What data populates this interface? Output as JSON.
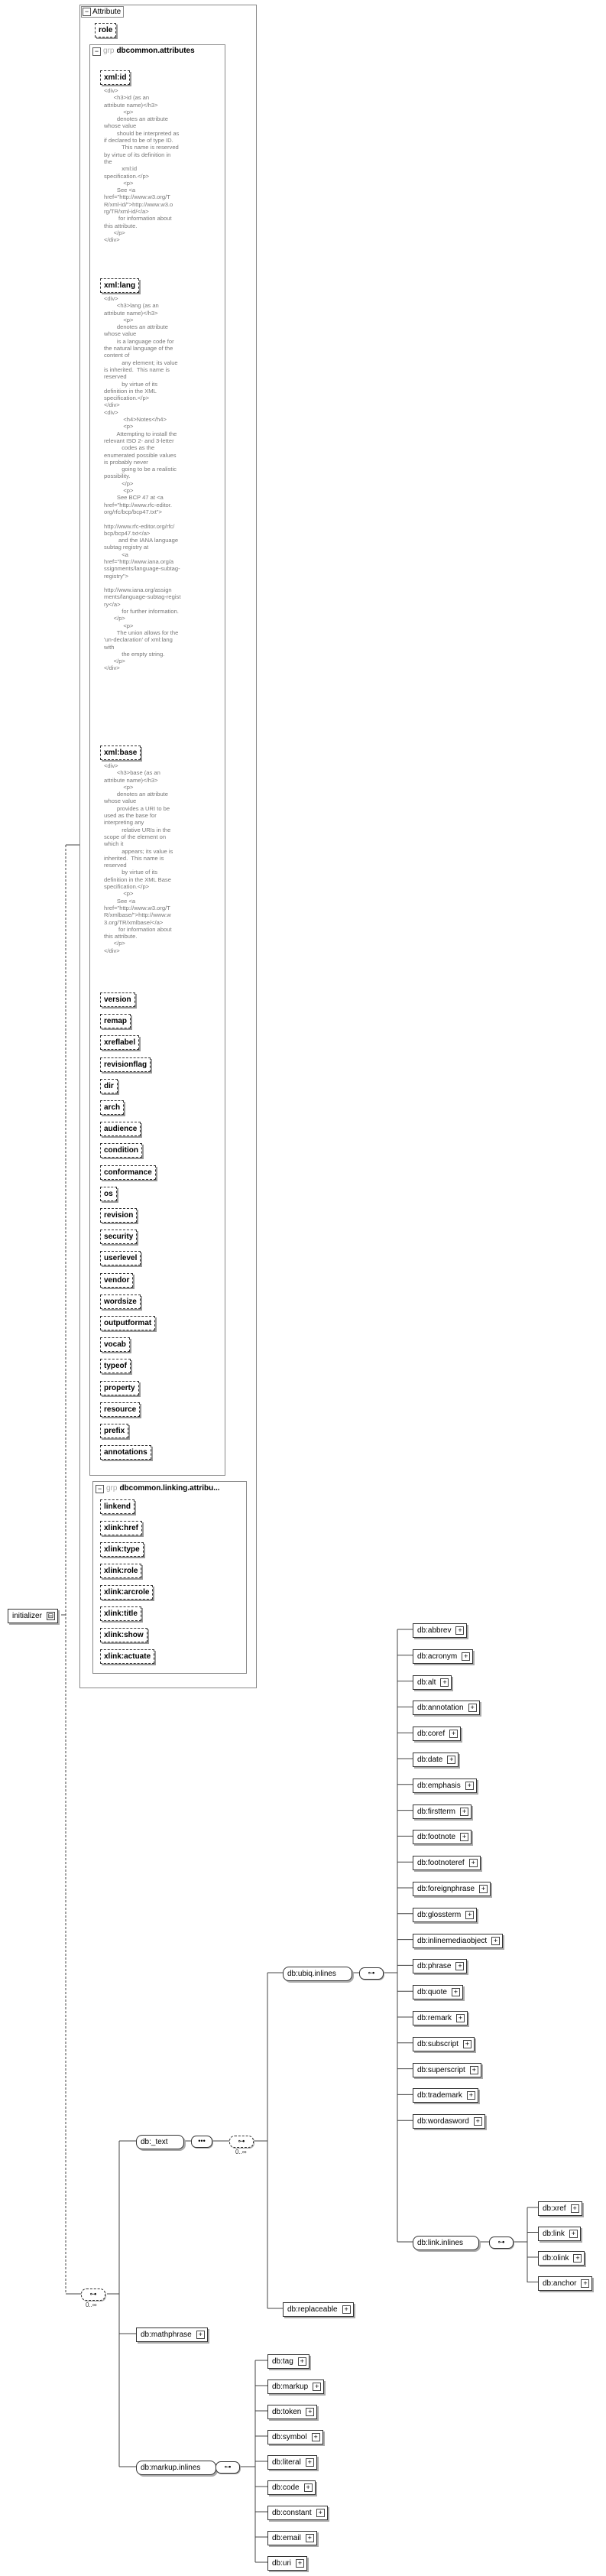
{
  "root": {
    "label": "initializer"
  },
  "attribute_panel": {
    "title": "Attribute",
    "role": "role"
  },
  "common_attrs": {
    "prefix": "grp",
    "title": "dbcommon.attributes",
    "xmlid": "xml:id",
    "xmlid_doc": "<div>\n      <h3>id (as an\nattribute name)</h3>\n            <p>\n        denotes an attribute\nwhose value\n        should be interpreted as\nif declared to be of type ID.\n           This name is reserved\nby virtue of its definition in\nthe\n           xml:id\nspecification.</p>\n            <p>\n        See <a\nhref=\"http://www.w3.org/T\nR/xml-id/\">http://www.w3.o\nrg/TR/xml-id/</a>\n         for information about\nthis attribute.\n      </p>\n</div>",
    "xmllang": "xml:lang",
    "xmllang_doc": "<div>\n        <h3>lang (as an\nattribute name)</h3>\n            <p>\n        denotes an attribute\nwhose value\n        is a language code for\nthe natural language of the\ncontent of\n           any element; its value\nis inherited.  This name is\nreserved\n           by virtue of its\ndefinition in the XML\nspecification.</p>\n</div>\n<div>\n            <h4>Notes</h4>\n            <p>\n        Attempting to install the\nrelevant ISO 2- and 3-letter\n           codes as the\nenumerated possible values\nis probably never\n           going to be a realistic\npossibility.\n           </p>\n            <p>\n        See BCP 47 at <a\nhref=\"http://www.rfc-editor.\norg/rfc/bcp/bcp47.txt\">\n\nhttp://www.rfc-editor.org/rfc/\nbcp/bcp47.txt</a>\n         and the IANA language\nsubtag registry at\n           <a\nhref=\"http://www.iana.org/a\nssignments/language-subtag-\nregistry\">\n\nhttp://www.iana.org/assign\nments/language-subtag-regist\nry</a>\n           for further information.\n      </p>\n            <p>\n        The union allows for the\n'un-declaration' of xml:lang\nwith\n           the empty string.\n      </p>\n</div>",
    "xmlbase": "xml:base",
    "xmlbase_doc": "<div>\n        <h3>base (as an\nattribute name)</h3>\n            <p>\n        denotes an attribute\nwhose value\n        provides a URI to be\nused as the base for\ninterpreting any\n           relative URIs in the\nscope of the element on\nwhich it\n           appears; its value is\ninherited.  This name is\nreserved\n           by virtue of its\ndefinition in the XML Base\nspecification.</p>\n            <p>\n        See <a\nhref=\"http://www.w3.org/T\nR/xmlbase/\">http://www.w\n3.org/TR/xmlbase/</a>\n         for information about\nthis attribute.\n      </p>\n</div>",
    "others": [
      "version",
      "remap",
      "xreflabel",
      "revisionflag",
      "dir",
      "arch",
      "audience",
      "condition",
      "conformance",
      "os",
      "revision",
      "security",
      "userlevel",
      "vendor",
      "wordsize",
      "outputformat",
      "vocab",
      "typeof",
      "property",
      "resource",
      "prefix",
      "annotations"
    ]
  },
  "linking_attrs": {
    "prefix": "grp",
    "title": "dbcommon.linking.attribu...",
    "items": [
      "linkend",
      "xlink:href",
      "xlink:type",
      "xlink:role",
      "xlink:arcrole",
      "xlink:title",
      "xlink:show",
      "xlink:actuate"
    ]
  },
  "content": {
    "choice_card": "0..∞",
    "seq_card": "0..∞",
    "text": "db:_text",
    "ubiq": "db:ubiq.inlines",
    "ubiq_items": [
      "db:abbrev",
      "db:acronym",
      "db:alt",
      "db:annotation",
      "db:coref",
      "db:date",
      "db:emphasis",
      "db:firstterm",
      "db:footnote",
      "db:footnoteref",
      "db:foreignphrase",
      "db:glossterm",
      "db:inlinemediaobject",
      "db:phrase",
      "db:quote",
      "db:remark",
      "db:subscript",
      "db:superscript",
      "db:trademark",
      "db:wordasword"
    ],
    "link": "db:link.inlines",
    "link_items": [
      "db:xref",
      "db:link",
      "db:olink",
      "db:anchor"
    ],
    "replaceable": "db:replaceable",
    "mathphrase": "db:mathphrase",
    "markup": "db:markup.inlines",
    "markup_items": [
      "db:tag",
      "db:markup",
      "db:token",
      "db:symbol",
      "db:literal",
      "db:code",
      "db:constant",
      "db:email",
      "db:uri"
    ]
  }
}
